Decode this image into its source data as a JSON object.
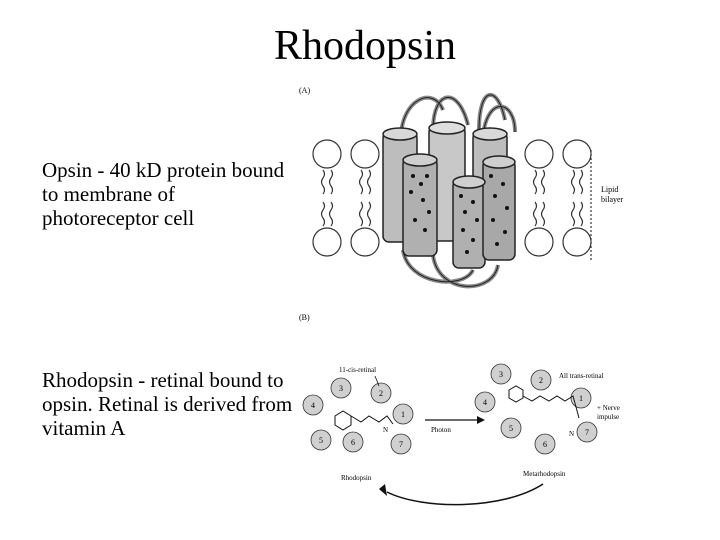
{
  "slide": {
    "title": "Rhodopsin",
    "bullet1": "Opsin - 40 kD protein bound to membrane of photoreceptor cell",
    "bullet2": "Rhodopsin - retinal bound to opsin.  Retinal is derived from vitamin A"
  },
  "figure": {
    "panel_a_label": "(A)",
    "panel_b_label": "(B)",
    "lipid_label_line1": "Lipid",
    "lipid_label_line2": "bilayer",
    "cis_retinal_label": "11-cis-retinal",
    "trans_retinal_label": "All trans-retinal",
    "photon_label": "Photon",
    "nerve_label_line1": "+ Nerve",
    "nerve_label_line2": "impulse",
    "rhodopsin_label": "Rhodopsin",
    "metarhodopsin_label": "Metarhodopsin",
    "left_circle_numbers": [
      "1",
      "2",
      "3",
      "4",
      "5",
      "6",
      "7"
    ],
    "right_circle_numbers": [
      "1",
      "2",
      "3",
      "4",
      "5",
      "6",
      "7"
    ],
    "nitrogen_label": "N"
  }
}
